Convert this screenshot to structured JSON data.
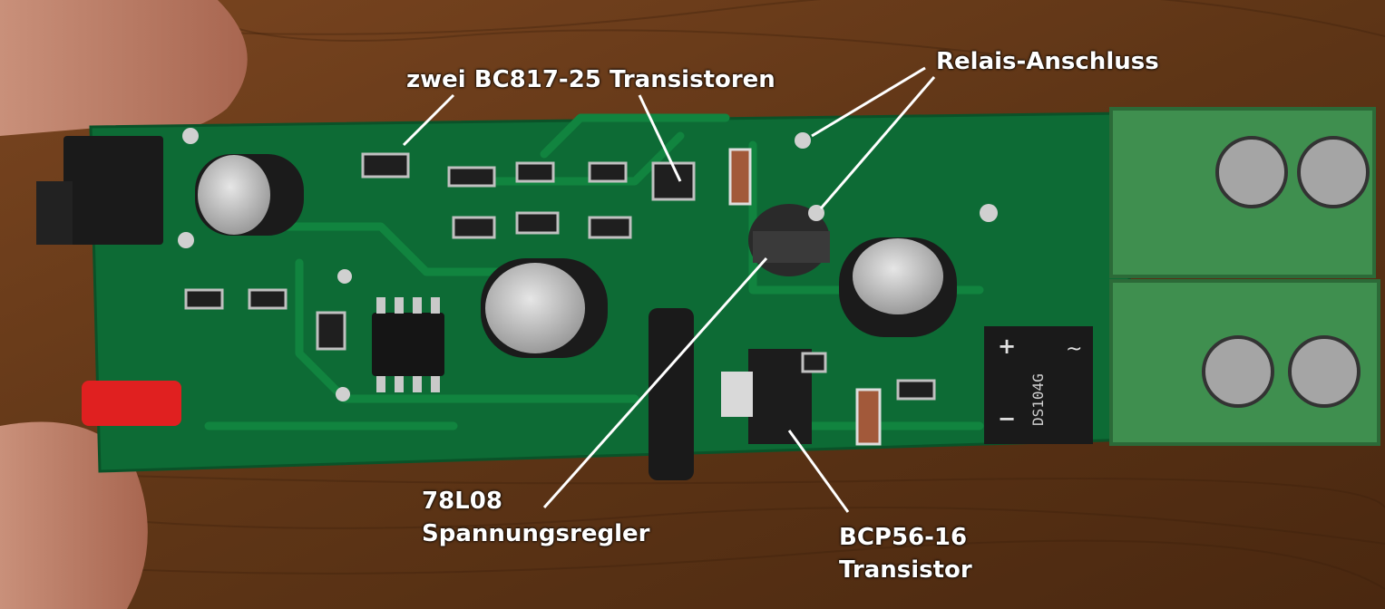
{
  "annotations": {
    "transistors_pair": "zwei BC817-25 Transistoren",
    "relay_connection": "Relais-Anschluss",
    "regulator_part": "78L08",
    "regulator_desc": "Spannungsregler",
    "power_transistor_part": "BCP56-16",
    "power_transistor_desc": "Transistor"
  },
  "chip_markings": {
    "bridge_rectifier": "DS104G",
    "bridge_plus": "+",
    "bridge_minus": "−",
    "bridge_ac": "~"
  },
  "colors": {
    "pcb": "#0d6b35",
    "terminal_block": "#3f8f4f",
    "wood": "#6a3c1c",
    "label_text": "#ffffff"
  }
}
